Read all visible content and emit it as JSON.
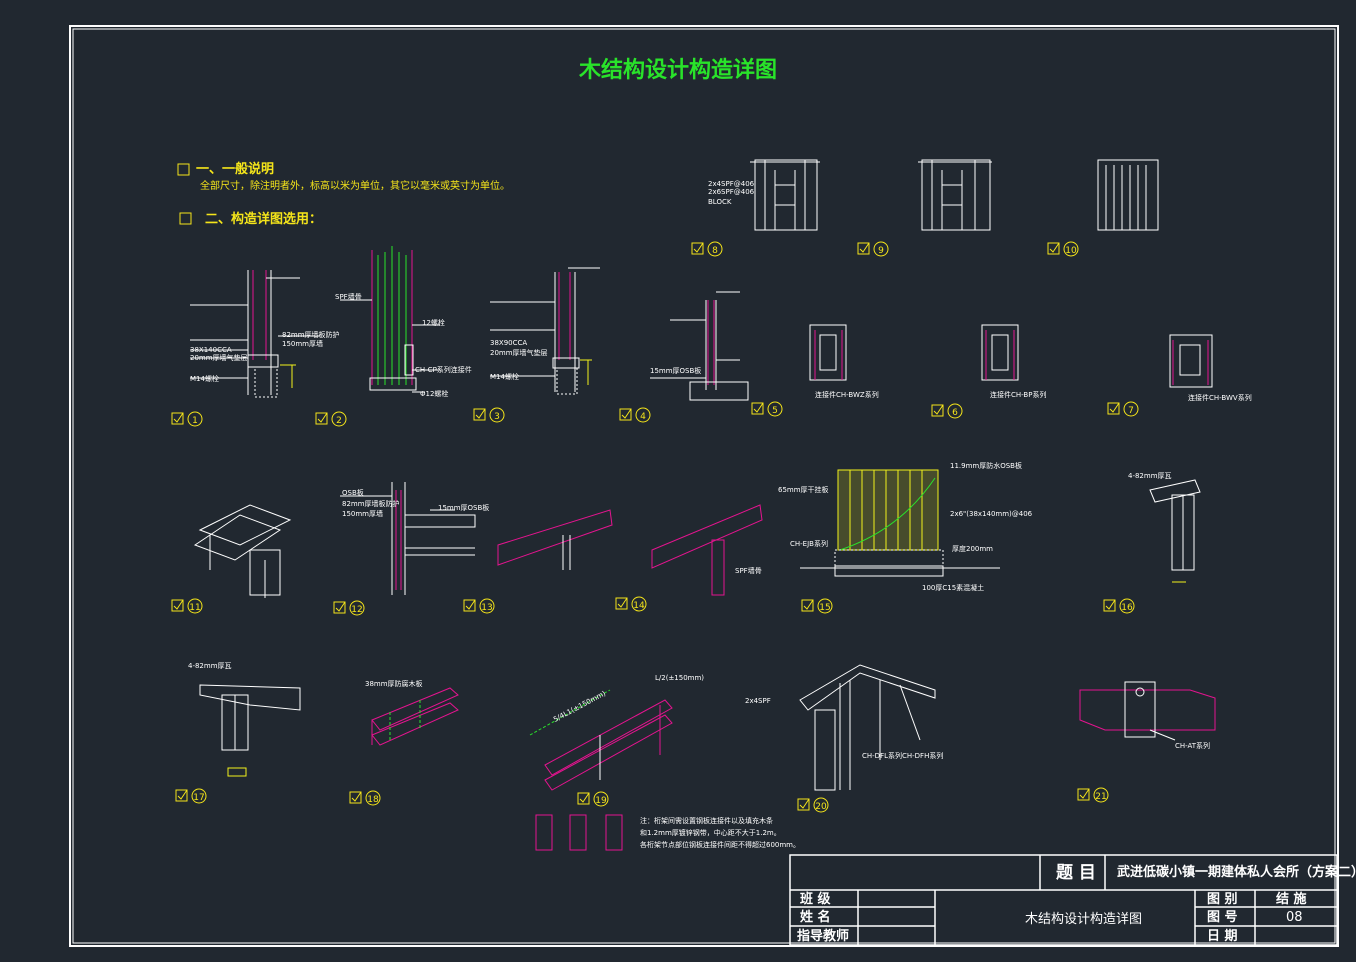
{
  "drawing": {
    "title": "木结构设计构造详图",
    "notes": {
      "heading1": "一、一般说明",
      "line1": "全部尺寸，除注明者外，标高以米为单位，其它以毫米或英寸为单位。",
      "heading2": "二、构造详图选用："
    },
    "detail_numbers": [
      "1",
      "2",
      "3",
      "4",
      "5",
      "6",
      "7",
      "8",
      "9",
      "10",
      "11",
      "12",
      "13",
      "14",
      "15",
      "16",
      "17",
      "18",
      "19",
      "20",
      "21"
    ],
    "labels": {
      "d1_a": "82mm厚墙板防护",
      "d1_b": "150mm厚墙",
      "d1_c": "38X140CCA",
      "d1_d": "20mm厚墙气垫层",
      "d1_e": "M14螺栓",
      "d2_a": "SPF墙骨",
      "d2_b": "12螺栓",
      "d2_c": "CH-CP系列连接件",
      "d2_d": "Φ12螺栓",
      "d3_a": "38X90CCA",
      "d3_b": "20mm厚墙气垫层",
      "d3_c": "M14螺栓",
      "d4_a": "15mm厚OSB板",
      "d5_a": "连接件CH-BWZ系列",
      "d6_a": "连接件CH-BP系列",
      "d7_a": "连接件CH-BWV系列",
      "d8_a": "2x4SPF@406",
      "d8_b": "2x6SPF@406",
      "d8_c": "BLOCK",
      "d12_a": "OSB板",
      "d12_b": "82mm厚墙板防护",
      "d12_c": "150mm厚墙",
      "d12_d": "15mm厚OSB板",
      "d14_a": "SPF墙骨",
      "d15_a": "11.9mm厚防水OSB板",
      "d15_b": "2x6\"(38x140mm)@406",
      "d15_c": "65mm厚干挂板",
      "d15_d": "CH-EJB系列",
      "d15_e": "100厚C15素混凝土",
      "d15_f": "厚度200mm",
      "d16_a": "4-82mm厚瓦",
      "d17_a": "4-82mm厚瓦",
      "d18_a": "38mm厚防腐木板",
      "d19_a": "L/2(±150mm)",
      "d19_b": "5/4L1(±150mm)",
      "d20_a": "2x4SPF",
      "d20_b": "CH-DFL系列CH-DFH系列",
      "d21_a": "CH-AT系列",
      "d19_note1": "注：桁架间需设置钢板连接件以及填充木条",
      "d19_note2": "和1.2mm厚镀锌钢带，中心距不大于1.2m。",
      "d19_note3": "各桁架节点部位钢板连接件间距不得超过600mm。"
    }
  },
  "title_block": {
    "topic_label": "题 目",
    "project": "武进低碳小镇一期建体私人会所（方案二）",
    "class_label": "班 级",
    "name_label": "姓 名",
    "advisor_label": "指导教师",
    "drawing_name": "木结构设计构造详图",
    "category_label": "图 别",
    "category_value": "结 施",
    "number_label": "图 号",
    "number_value": "08",
    "date_label": "日 期"
  },
  "colors": {
    "background": "#212830",
    "frame": "#ffffff",
    "title": "#29e32a",
    "checkbox": "#f5e51a",
    "magenta": "#e4148f",
    "yellow": "#f2f21b",
    "green": "#29e32a"
  }
}
